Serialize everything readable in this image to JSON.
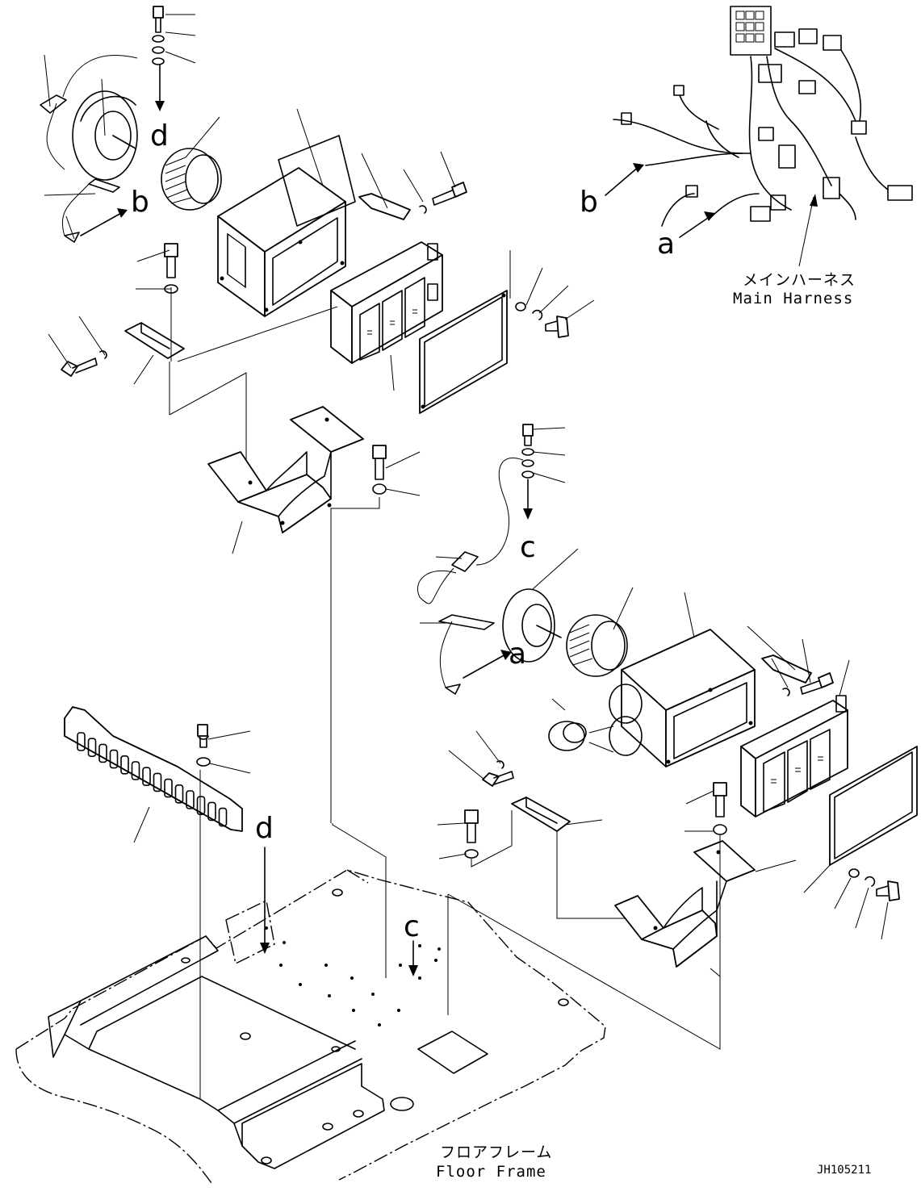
{
  "labels": {
    "main_harness_jp": "メインハーネス",
    "main_harness_en": "Main Harness",
    "floor_frame_jp": "フロアフレーム",
    "floor_frame_en": "Floor Frame",
    "drawing_code": "JH105211"
  },
  "arrow_letters": {
    "a": "a",
    "b": "b",
    "c": "c",
    "d": "d"
  }
}
